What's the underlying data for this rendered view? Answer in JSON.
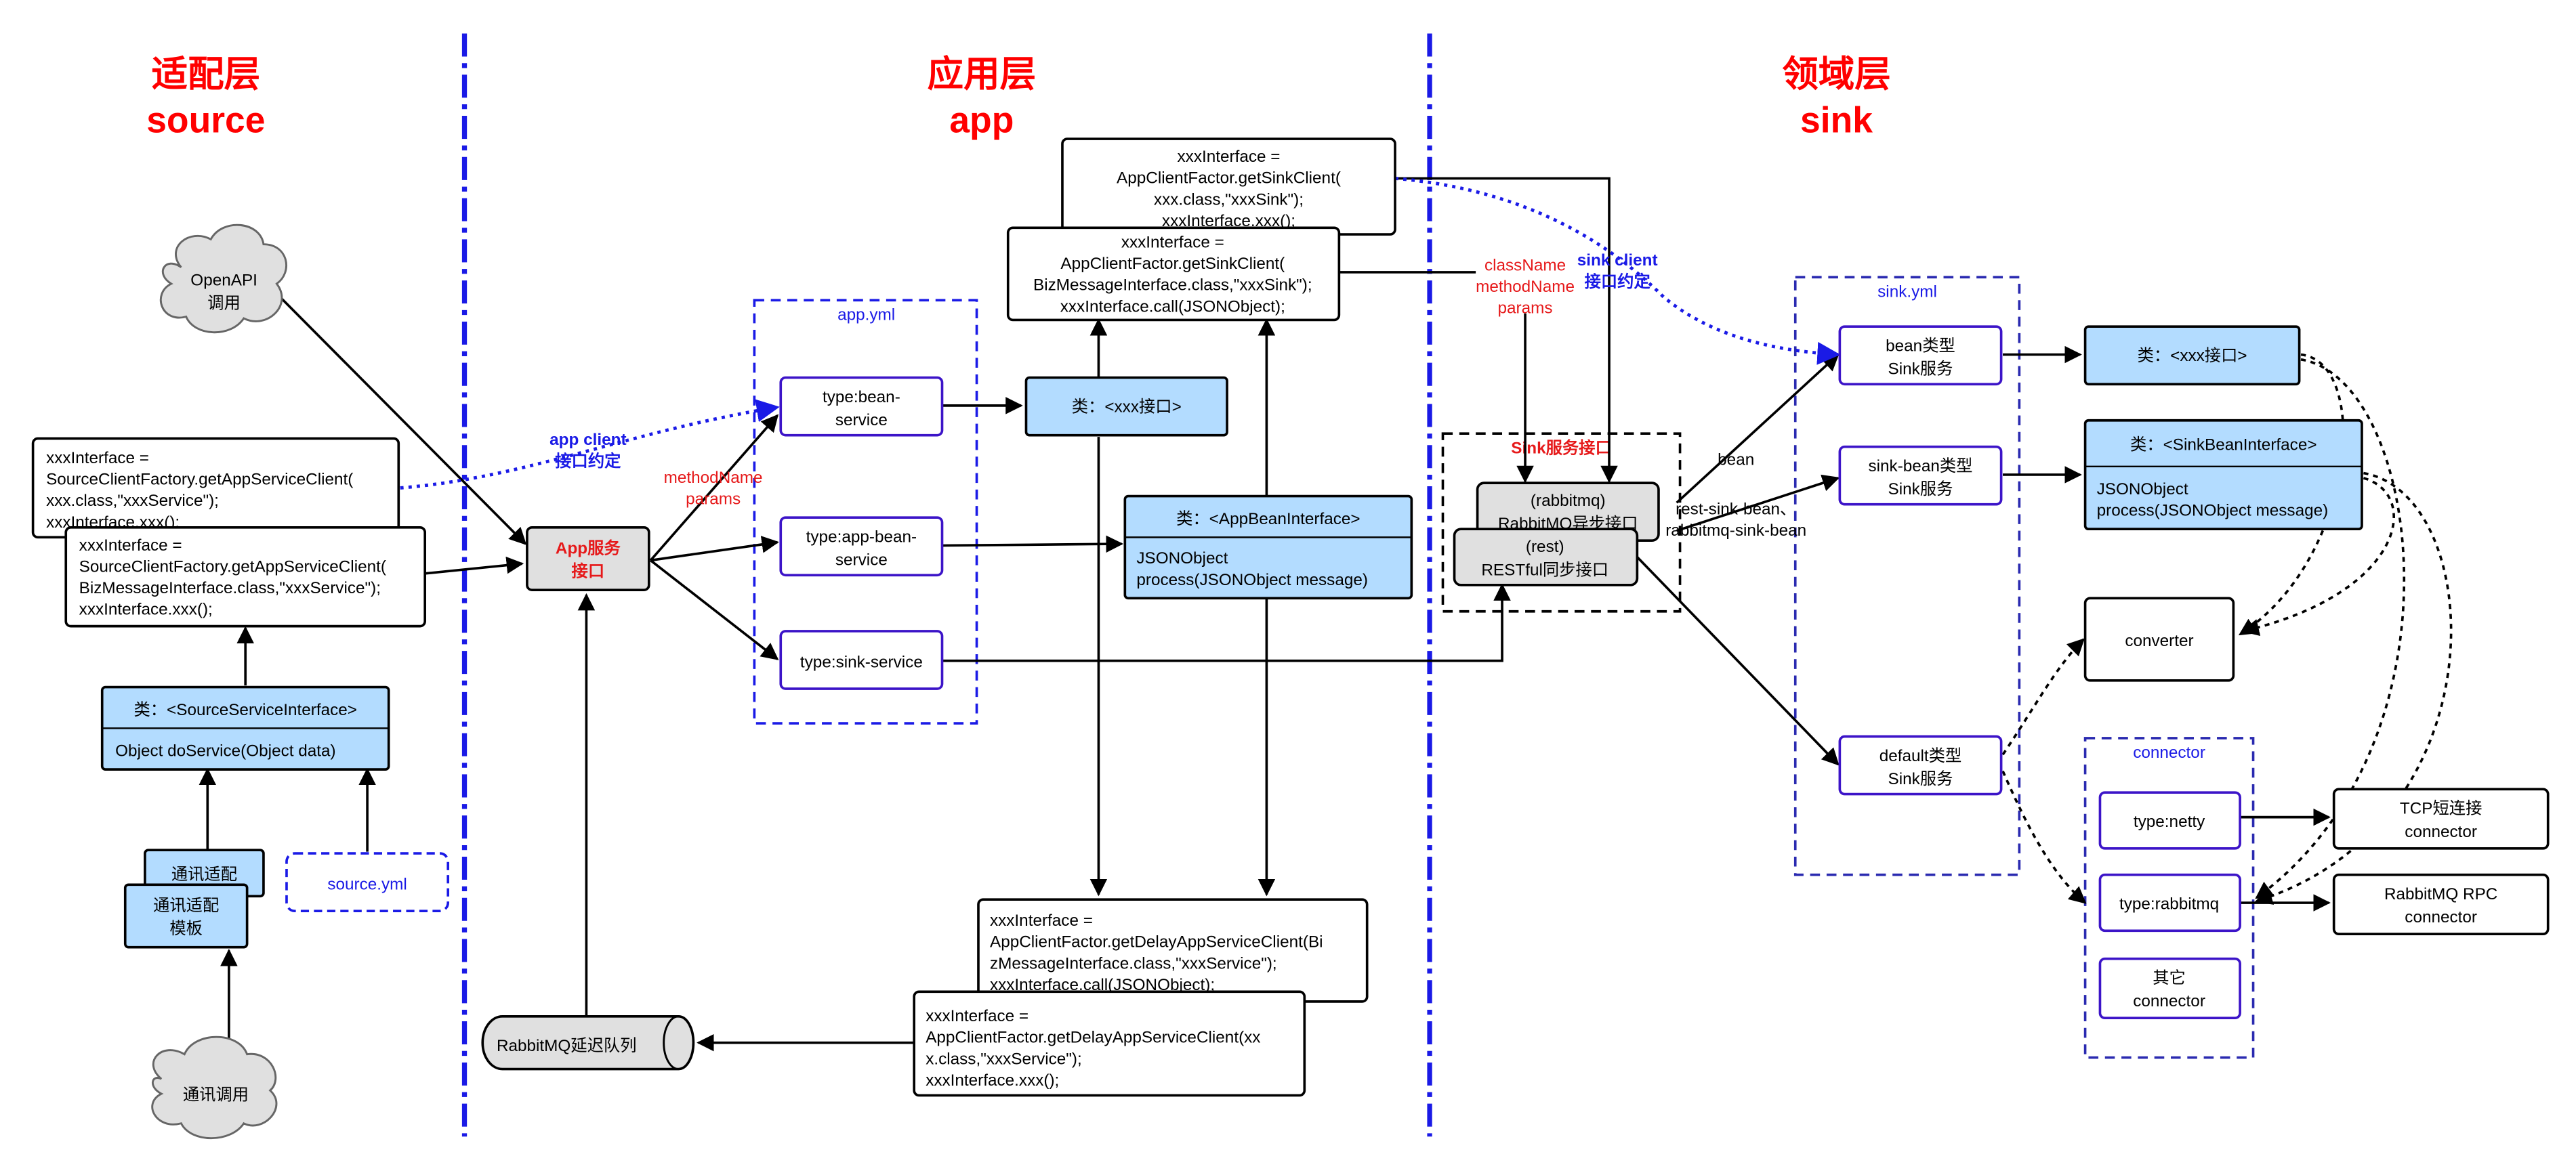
{
  "layers": {
    "source": {
      "cn": "适配层",
      "en": "source"
    },
    "app": {
      "cn": "应用层",
      "en": "app"
    },
    "sink": {
      "cn": "领域层",
      "en": "sink"
    }
  },
  "source": {
    "openapi": "OpenAPI\n调用",
    "code1": "xxxInterface =\nSourceClientFactory.getAppServiceClient(\nxxx.class,\"xxxService\");\nxxxInterface.xxx();",
    "code2": "xxxInterface =\nSourceClientFactory.getAppServiceClient(\nBizMessageInterface.class,\"xxxService\");\nxxxInterface.xxx();",
    "class_header": "类：<SourceServiceInterface>",
    "class_body": "Object doService(Object data)",
    "adapter": "通讯适配",
    "adapter_template": "通讯适配\n模板",
    "source_yml": "source.yml",
    "comm_call": "通讯调用"
  },
  "app": {
    "app_client_label": "app client\n接口约定",
    "app_service": "App服务\n接口",
    "method_params": "methodName\nparams",
    "app_yml": "app.yml",
    "type_bean": "type:bean-\nservice",
    "type_app_bean": "type:app-bean-\nservice",
    "type_sink": "type:sink-service",
    "class_xxx": "类：<xxx接口>",
    "app_bean_header": "类：<AppBeanInterface>",
    "app_bean_body": "JSONObject\nprocess(JSONObject message)",
    "code_top1": "xxxInterface =\nAppClientFactor.getSinkClient(\nxxx.class,\"xxxSink\");\nxxxInterface.xxx();",
    "code_top2": "xxxInterface =\nAppClientFactor.getSinkClient(\nBizMessageInterface.class,\"xxxSink\");\nxxxInterface.call(JSONObject);",
    "code_bottom1": "xxxInterface =\nAppClientFactor.getDelayAppServiceClient(Bi\nzMessageInterface.class,\"xxxService\");\nxxxInterface.call(JSONObject);",
    "code_bottom2": "xxxInterface =\nAppClientFactor.getDelayAppServiceClient(xx\nx.class,\"xxxService\");\nxxxInterface.xxx();",
    "rabbitmq_delay": "RabbitMQ延迟队列"
  },
  "sink": {
    "class_method_params": "className\nmethodName\nparams",
    "sink_client_label": "sink client\n接口约定",
    "sink_service_iface": "Sink服务接口",
    "rabbitmq_async": "(rabbitmq)\nRabbitMQ异步接口",
    "rest_sync": "(rest)\nRESTful同步接口",
    "edge_bean": "bean",
    "edge_rest": "rest-sink-bean、\nrabbitmq-sink-bean",
    "sink_yml": "sink.yml",
    "bean_sink": "bean类型\nSink服务",
    "sink_bean_sink": "sink-bean类型\nSink服务",
    "default_sink": "default类型\nSink服务",
    "class_xxx": "类：<xxx接口>",
    "sink_bean_header": "类：<SinkBeanInterface>",
    "sink_bean_body": "JSONObject\nprocess(JSONObject message)",
    "converter": "converter",
    "connector": "connector",
    "type_netty": "type:netty",
    "type_rabbitmq": "type:rabbitmq",
    "other_connector": "其它\nconnector",
    "tcp_connector": "TCP短连接\nconnector",
    "rabbitmq_rpc": "RabbitMQ RPC\nconnector"
  },
  "colors": {
    "layer_title": "#ff0000",
    "divider": "#1a1ae6",
    "class_fill": "#b3dcff",
    "gray_fill": "#e0e0e0",
    "label_red": "#e6191a",
    "label_blue": "#1a1ae6",
    "box_purple": "#3c14c8",
    "dashed_blue": "#2a2ab0"
  }
}
